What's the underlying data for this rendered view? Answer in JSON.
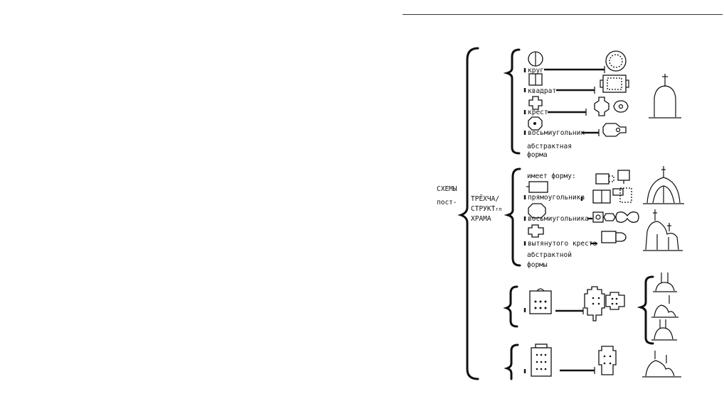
{
  "root": {
    "line1": "СХЕМЫ",
    "line2": "пост-"
  },
  "structure": {
    "line1": "ТРЁХЧА/",
    "line2": "СТРУКТ",
    "line2_suffix": "гл",
    "line3": "ХРАМА"
  },
  "group1": {
    "items": [
      "круг",
      "квадрат",
      "крест",
      "восьмиугольник"
    ],
    "tail_line1": "абстрактная",
    "tail_line2": "форма"
  },
  "group2": {
    "header": "имеет форму:",
    "items": [
      "прямоугольника",
      "восьмиугольника",
      "вытянутого креста"
    ],
    "tail_line1": "абстрактной",
    "tail_line2": "формы"
  }
}
